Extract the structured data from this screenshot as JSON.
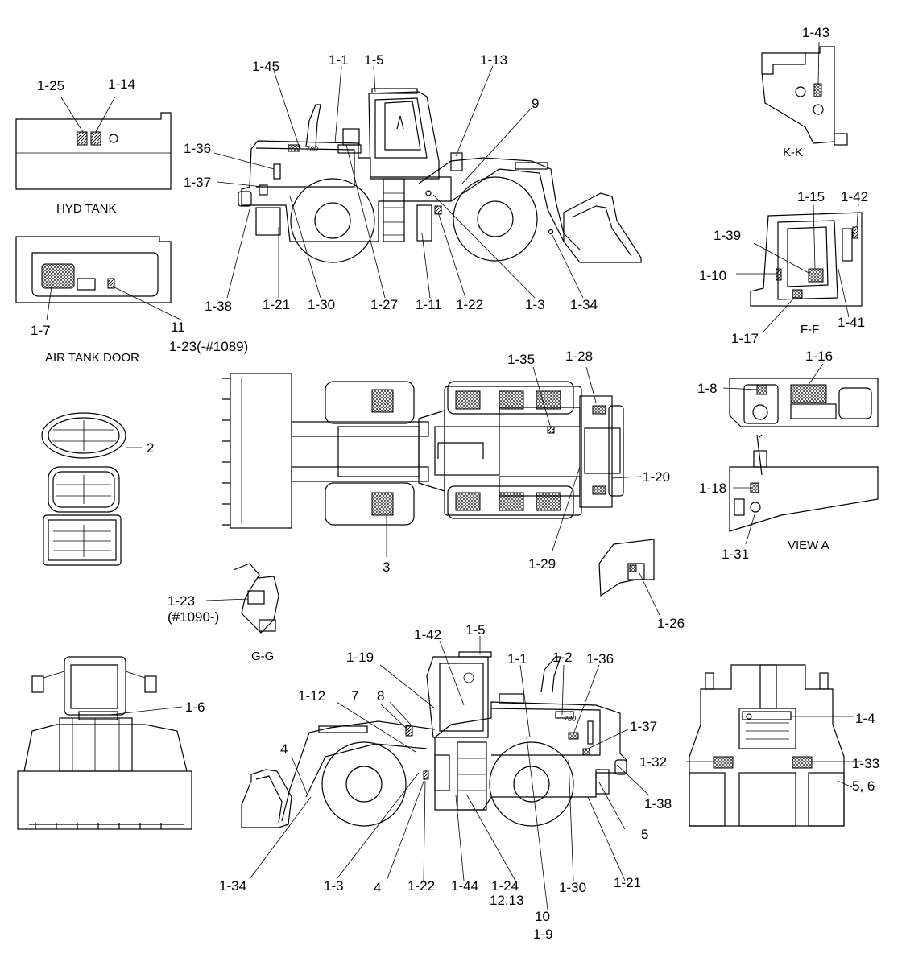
{
  "captions": {
    "hyd_tank": "HYD TANK",
    "air_tank_door": "AIR TANK DOOR",
    "k_k": "K-K",
    "f_f": "F-F",
    "view_a": "VIEW A",
    "g_g": "G-G"
  },
  "callouts": {
    "c1": "1-25",
    "c2": "1-14",
    "c3": "1-45",
    "c4": "1-1",
    "c5": "1-5",
    "c6": "1-13",
    "c7": "9",
    "c8": "1-36",
    "c9": "1-37",
    "c10": "1-38",
    "c11": "1-21",
    "c12": "1-30",
    "c13": "1-27",
    "c14": "1-11",
    "c15": "1-22",
    "c16": "1-3",
    "c17": "1-34",
    "c18": "1-7",
    "c19": "11",
    "c20": "1-23(-#1089)",
    "c21": "1-43",
    "c22": "1-15",
    "c23": "1-42",
    "c24": "1-39",
    "c25": "1-10",
    "c26": "1-17",
    "c27": "1-41",
    "c28": "1-35",
    "c29": "1-28",
    "c30": "1-8",
    "c31": "1-16",
    "c32": "2",
    "c33": "1-20",
    "c34": "1-18",
    "c35": "3",
    "c36": "1-29",
    "c37": "1-31",
    "c38": "1-23",
    "c39": "(#1090-)",
    "c40": "1-26",
    "c41": "1-6",
    "c42": "1-42",
    "c43": "1-5",
    "c44": "1-19",
    "c45": "1-1",
    "c46": "1-2",
    "c47": "1-36",
    "c48": "1-12",
    "c49": "7",
    "c50": "8",
    "c51": "4",
    "c52": "1-37",
    "c53": "1-4",
    "c54": "1-32",
    "c55": "1-33",
    "c56": "5, 6",
    "c57": "1-38",
    "c58": "5",
    "c59": "1-34",
    "c60": "1-3",
    "c61": "4",
    "c62": "1-22",
    "c63": "1-44",
    "c64": "1-24",
    "c65": "12,13",
    "c66": "10",
    "c67": "1-9",
    "c68": "1-30",
    "c69": "1-21"
  },
  "cab_markings": {
    "model_left": "780",
    "model_right": "780"
  }
}
